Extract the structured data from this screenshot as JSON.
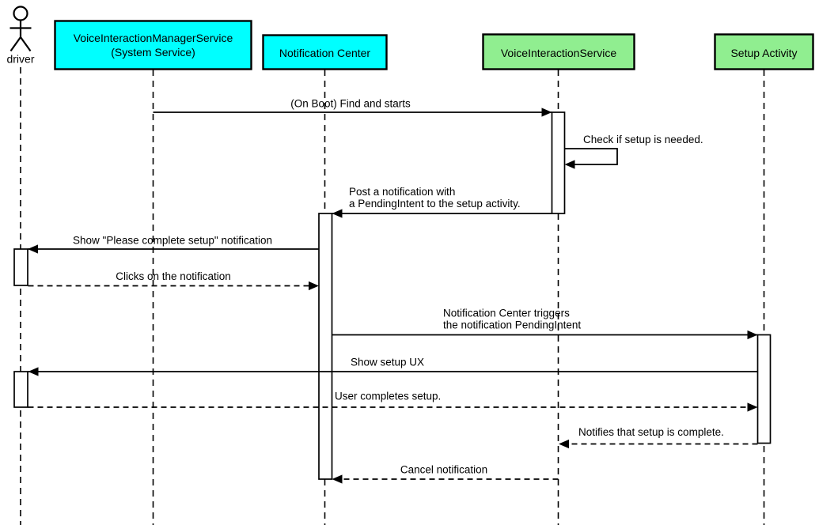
{
  "diagram_type": "uml-sequence-diagram",
  "colors": {
    "system_service_fill": "#00ffff",
    "app_fill": "#90ee90",
    "stroke": "#000000",
    "background": "#ffffff"
  },
  "participants": {
    "driver": {
      "type": "actor",
      "label": "driver"
    },
    "vims": {
      "type": "system-service-box",
      "line1": "VoiceInteractionManagerService",
      "line2": "(System Service)"
    },
    "notification_center": {
      "type": "system-service-box",
      "line1": "Notification Center"
    },
    "voice_interaction_service": {
      "type": "app-box",
      "line1": "VoiceInteractionService"
    },
    "setup_activity": {
      "type": "app-box",
      "line1": "Setup Activity"
    }
  },
  "messages": [
    {
      "from": "vims",
      "to": "voice_interaction_service",
      "style": "solid",
      "arrow": "filled-right",
      "line1": "(On Boot) Find and starts"
    },
    {
      "from": "voice_interaction_service",
      "to": "voice_interaction_service",
      "style": "solid-self",
      "arrow": "filled-left",
      "line1": "Check if setup is needed."
    },
    {
      "from": "voice_interaction_service",
      "to": "notification_center",
      "style": "solid",
      "arrow": "filled-left",
      "line1": "Post a notification with",
      "line2": "a PendingIntent to the setup activity."
    },
    {
      "from": "notification_center",
      "to": "driver",
      "style": "solid",
      "arrow": "filled-left",
      "line1": "Show \"Please complete setup\" notification"
    },
    {
      "from": "driver",
      "to": "notification_center",
      "style": "dashed",
      "arrow": "filled-right",
      "line1": "Clicks on the notification"
    },
    {
      "from": "notification_center",
      "to": "setup_activity",
      "style": "solid",
      "arrow": "filled-right",
      "line1": "Notification Center triggers",
      "line2": "the notification PendingIntent"
    },
    {
      "from": "setup_activity",
      "to": "driver",
      "style": "solid",
      "arrow": "filled-left",
      "line1": "Show setup UX"
    },
    {
      "from": "driver",
      "to": "setup_activity",
      "style": "dashed",
      "arrow": "filled-right",
      "line1": "User completes setup."
    },
    {
      "from": "setup_activity",
      "to": "voice_interaction_service",
      "style": "dashed",
      "arrow": "filled-left",
      "line1": "Notifies that setup is complete."
    },
    {
      "from": "voice_interaction_service",
      "to": "notification_center",
      "style": "dashed",
      "arrow": "filled-left",
      "line1": "Cancel notification"
    }
  ]
}
